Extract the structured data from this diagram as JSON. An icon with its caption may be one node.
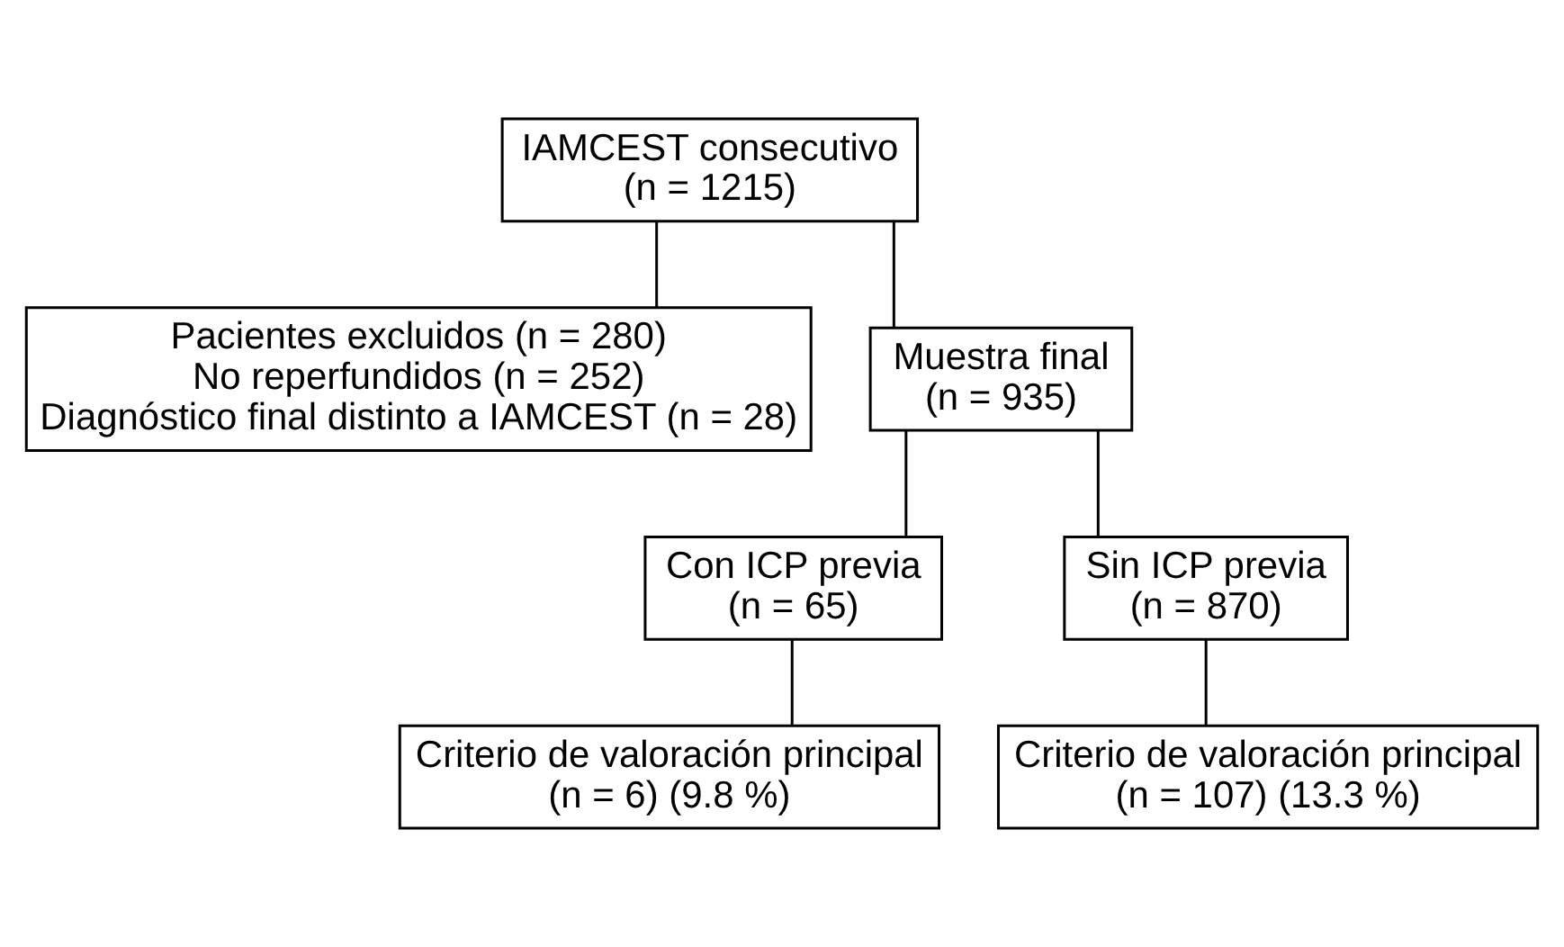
{
  "diagram": {
    "nodes": [
      {
        "text": [
          "IAMCEST consecutivo",
          "(n = 1215)"
        ]
      },
      {
        "text": [
          "Pacientes excluidos (n = 280)",
          "No reperfundidos (n = 252)",
          "Diagnóstico final distinto a IAMCEST (n = 28)"
        ]
      },
      {
        "text": [
          "Muestra final",
          "(n = 935)"
        ]
      },
      {
        "text": [
          "Con ICP previa",
          "(n = 65)"
        ]
      },
      {
        "text": [
          "Sin ICP previa",
          "(n = 870)"
        ]
      },
      {
        "text": [
          "Criterio de valoración principal",
          "(n = 6) (9.8 %)"
        ]
      },
      {
        "text": [
          "Criterio de valoración principal",
          "(n = 107) (13.3 %)"
        ]
      }
    ],
    "edges": [
      {
        "from": 0,
        "to": 1,
        "arrow": "none"
      },
      {
        "from": 0,
        "to": 2,
        "arrow": "none"
      },
      {
        "from": 2,
        "to": 3,
        "arrow": "none"
      },
      {
        "from": 2,
        "to": 4,
        "arrow": "none"
      },
      {
        "from": 3,
        "to": 5,
        "arrow": "none"
      },
      {
        "from": 4,
        "to": 6,
        "arrow": "none"
      }
    ]
  }
}
